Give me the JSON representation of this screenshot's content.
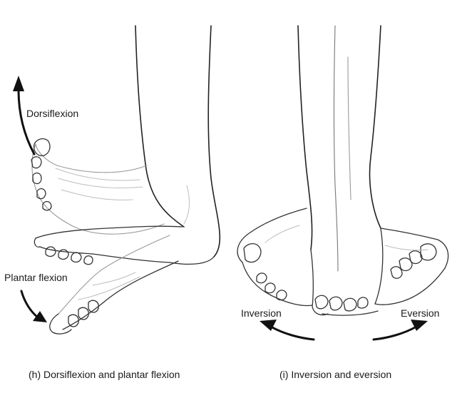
{
  "labels": {
    "dorsiflexion": "Dorsiflexion",
    "plantar_flexion": "Plantar flexion",
    "inversion": "Inversion",
    "eversion": "Eversion"
  },
  "captions": {
    "left": "(h) Dorsiflexion and plantar flexion",
    "right": "(i) Inversion and eversion"
  }
}
